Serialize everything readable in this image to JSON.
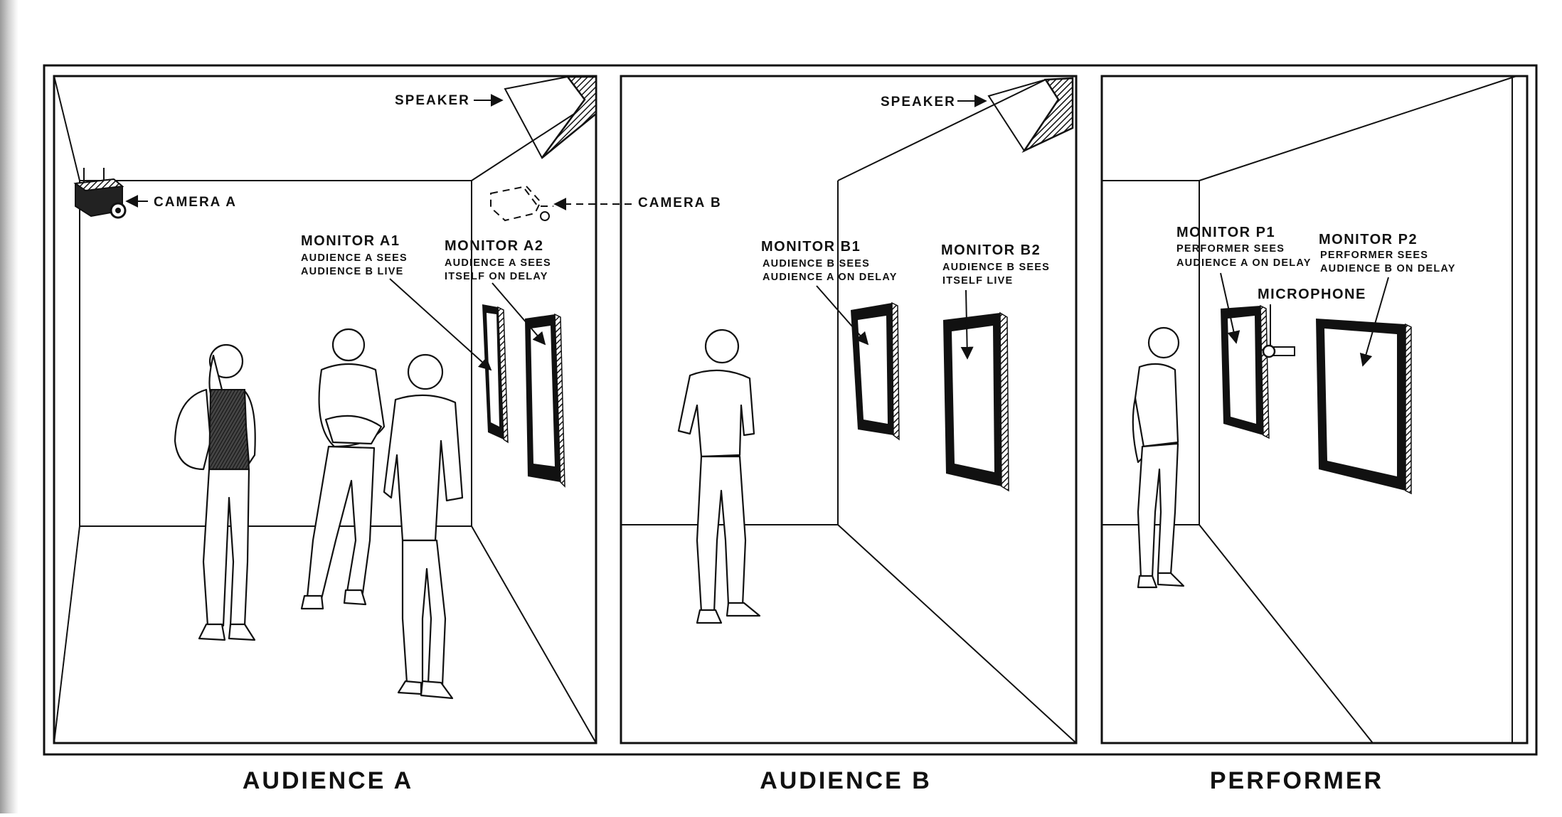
{
  "rooms": [
    {
      "caption": "AUDIENCE A",
      "speaker": "SPEAKER",
      "camera": "CAMERA A",
      "monitors": [
        {
          "name": "MONITOR A1",
          "line1": "AUDIENCE A SEES",
          "line2": "AUDIENCE B LIVE"
        },
        {
          "name": "MONITOR A2",
          "line1": "AUDIENCE A SEES",
          "line2": "ITSELF ON DELAY"
        }
      ]
    },
    {
      "caption": "AUDIENCE B",
      "speaker": "SPEAKER",
      "camera": "CAMERA B",
      "monitors": [
        {
          "name": "MONITOR B1",
          "line1": "AUDIENCE B SEES",
          "line2": "AUDIENCE A ON DELAY"
        },
        {
          "name": "MONITOR B2",
          "line1": "AUDIENCE B SEES",
          "line2": "ITSELF  LIVE"
        }
      ]
    },
    {
      "caption": "PERFORMER",
      "microphone": "MICROPHONE",
      "monitors": [
        {
          "name": "MONITOR P1",
          "line1": "PERFORMER SEES",
          "line2": "AUDIENCE A ON DELAY"
        },
        {
          "name": "MONITOR P2",
          "line1": "PERFORMER SEES",
          "line2": "AUDIENCE B ON DELAY"
        }
      ]
    }
  ],
  "icons": [
    "speaker-icon",
    "camera-icon",
    "monitor-icon",
    "microphone-icon"
  ]
}
